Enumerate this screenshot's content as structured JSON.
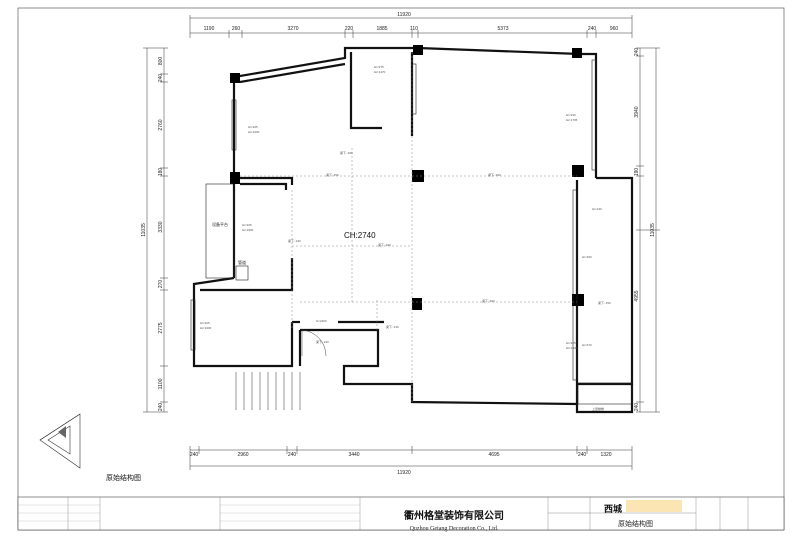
{
  "dimensions": {
    "top_total": "11920",
    "top_segments": [
      "1190",
      "260",
      "3270",
      "220",
      "1885",
      "110",
      "5373",
      "240",
      "960"
    ],
    "bottom_total": "11920",
    "bottom_segments": [
      "240",
      "2960",
      "240",
      "3440",
      "4695",
      "240",
      "1320"
    ],
    "left_total": "11035",
    "left_segments": [
      "800",
      "240",
      "2760",
      "180",
      "3330",
      "270",
      "2775",
      "1100",
      "240"
    ],
    "right_total_upper": "11035",
    "right_upper_segments": [
      "240",
      "3940",
      "190"
    ],
    "right_lower": "4955"
  },
  "plan": {
    "ceiling_height": "CH:2740",
    "equipment_platform": "设备平台",
    "pipe_label": "管道",
    "tag": "上层楼梯"
  },
  "title": {
    "drawing_name": "原始结构图",
    "company_cn": "衢州格堂装饰有限公司",
    "company_en": "Quzhou Getang Decoration Co., Ltd.",
    "project_prefix": "西城",
    "sheet_name": "原始结构图"
  },
  "colors": {
    "wall": "#111111",
    "highlight": "#fbe6b3"
  }
}
